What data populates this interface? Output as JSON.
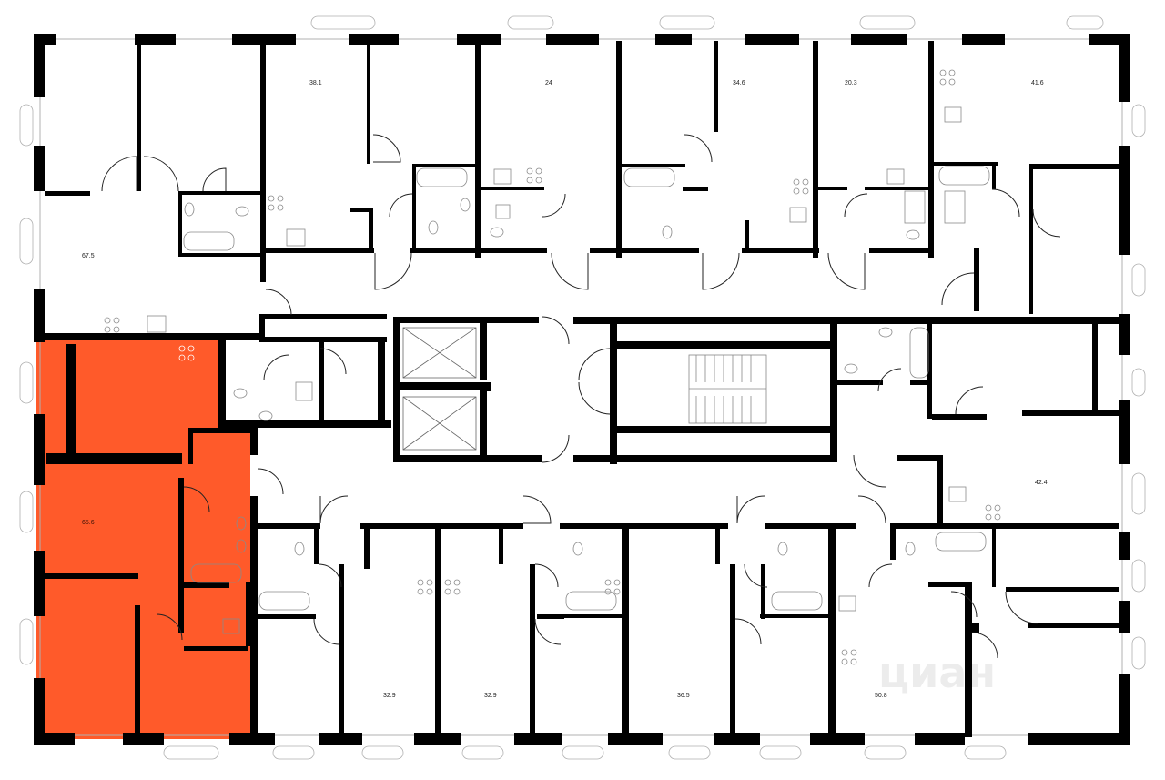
{
  "colors": {
    "wall": "#000000",
    "background": "#ffffff",
    "highlight": "#ff5a2a",
    "fixture": "#8a8a8a",
    "window": "#b0b0b0"
  },
  "plan": {
    "selected_apartment": "65.6",
    "top_row": [
      {
        "id": "apt-67-5",
        "area": "67.5"
      },
      {
        "id": "apt-38-1",
        "area": "38.1"
      },
      {
        "id": "apt-24",
        "area": "24"
      },
      {
        "id": "apt-34-6",
        "area": "34.6"
      },
      {
        "id": "apt-20-3",
        "area": "20.3"
      },
      {
        "id": "apt-41-6",
        "area": "41.6"
      }
    ],
    "right_side": [
      {
        "id": "apt-42-4",
        "area": "42.4"
      }
    ],
    "bottom_row": [
      {
        "id": "apt-65-6",
        "area": "65.6"
      },
      {
        "id": "apt-32-9-a",
        "area": "32.9"
      },
      {
        "id": "apt-32-9-b",
        "area": "32.9"
      },
      {
        "id": "apt-36-5",
        "area": "36.5"
      },
      {
        "id": "apt-50-8",
        "area": "50.8"
      }
    ],
    "watermark": "циан"
  }
}
